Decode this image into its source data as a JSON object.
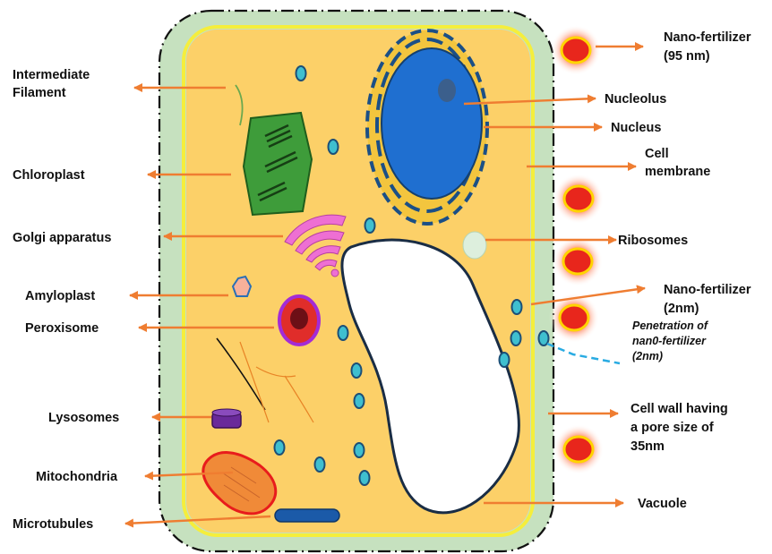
{
  "colors": {
    "arrow": "#ef7d31",
    "cell_wall": "#c6e1bf",
    "cytoplasm": "#fcd068",
    "membrane": "#f5ee3c",
    "nucleus": "#1f6fd0",
    "chloroplast": "#3e9c3a",
    "golgi": "#ee6fd3",
    "nano_particle": "#e8261c",
    "penetration_line": "#29abe2"
  },
  "labels": {
    "intermediate_filament": [
      "Intermediate",
      "Filament"
    ],
    "chloroplast": "Chloroplast",
    "golgi": "Golgi apparatus",
    "amyloplast": "Amyloplast",
    "peroxisome": "Peroxisome",
    "lysosomes": "Lysosomes",
    "mitochondria": "Mitochondria",
    "microtubules": "Microtubules",
    "nano_fertilizer_95": [
      "Nano-fertilizer",
      "(95 nm)"
    ],
    "nucleolus": "Nucleolus",
    "nucleus": "Nucleus",
    "cell_membrane": [
      "Cell",
      "membrane"
    ],
    "ribosomes": "Ribosomes",
    "nano_fertilizer_2": [
      "Nano-fertilizer",
      "(2nm)"
    ],
    "penetration": [
      "Penetration of",
      "nan0-fertilizer",
      "(2nm)"
    ],
    "cell_wall": [
      "Cell wall having",
      "a pore size of",
      "35nm"
    ],
    "vacuole": "Vacuole"
  }
}
